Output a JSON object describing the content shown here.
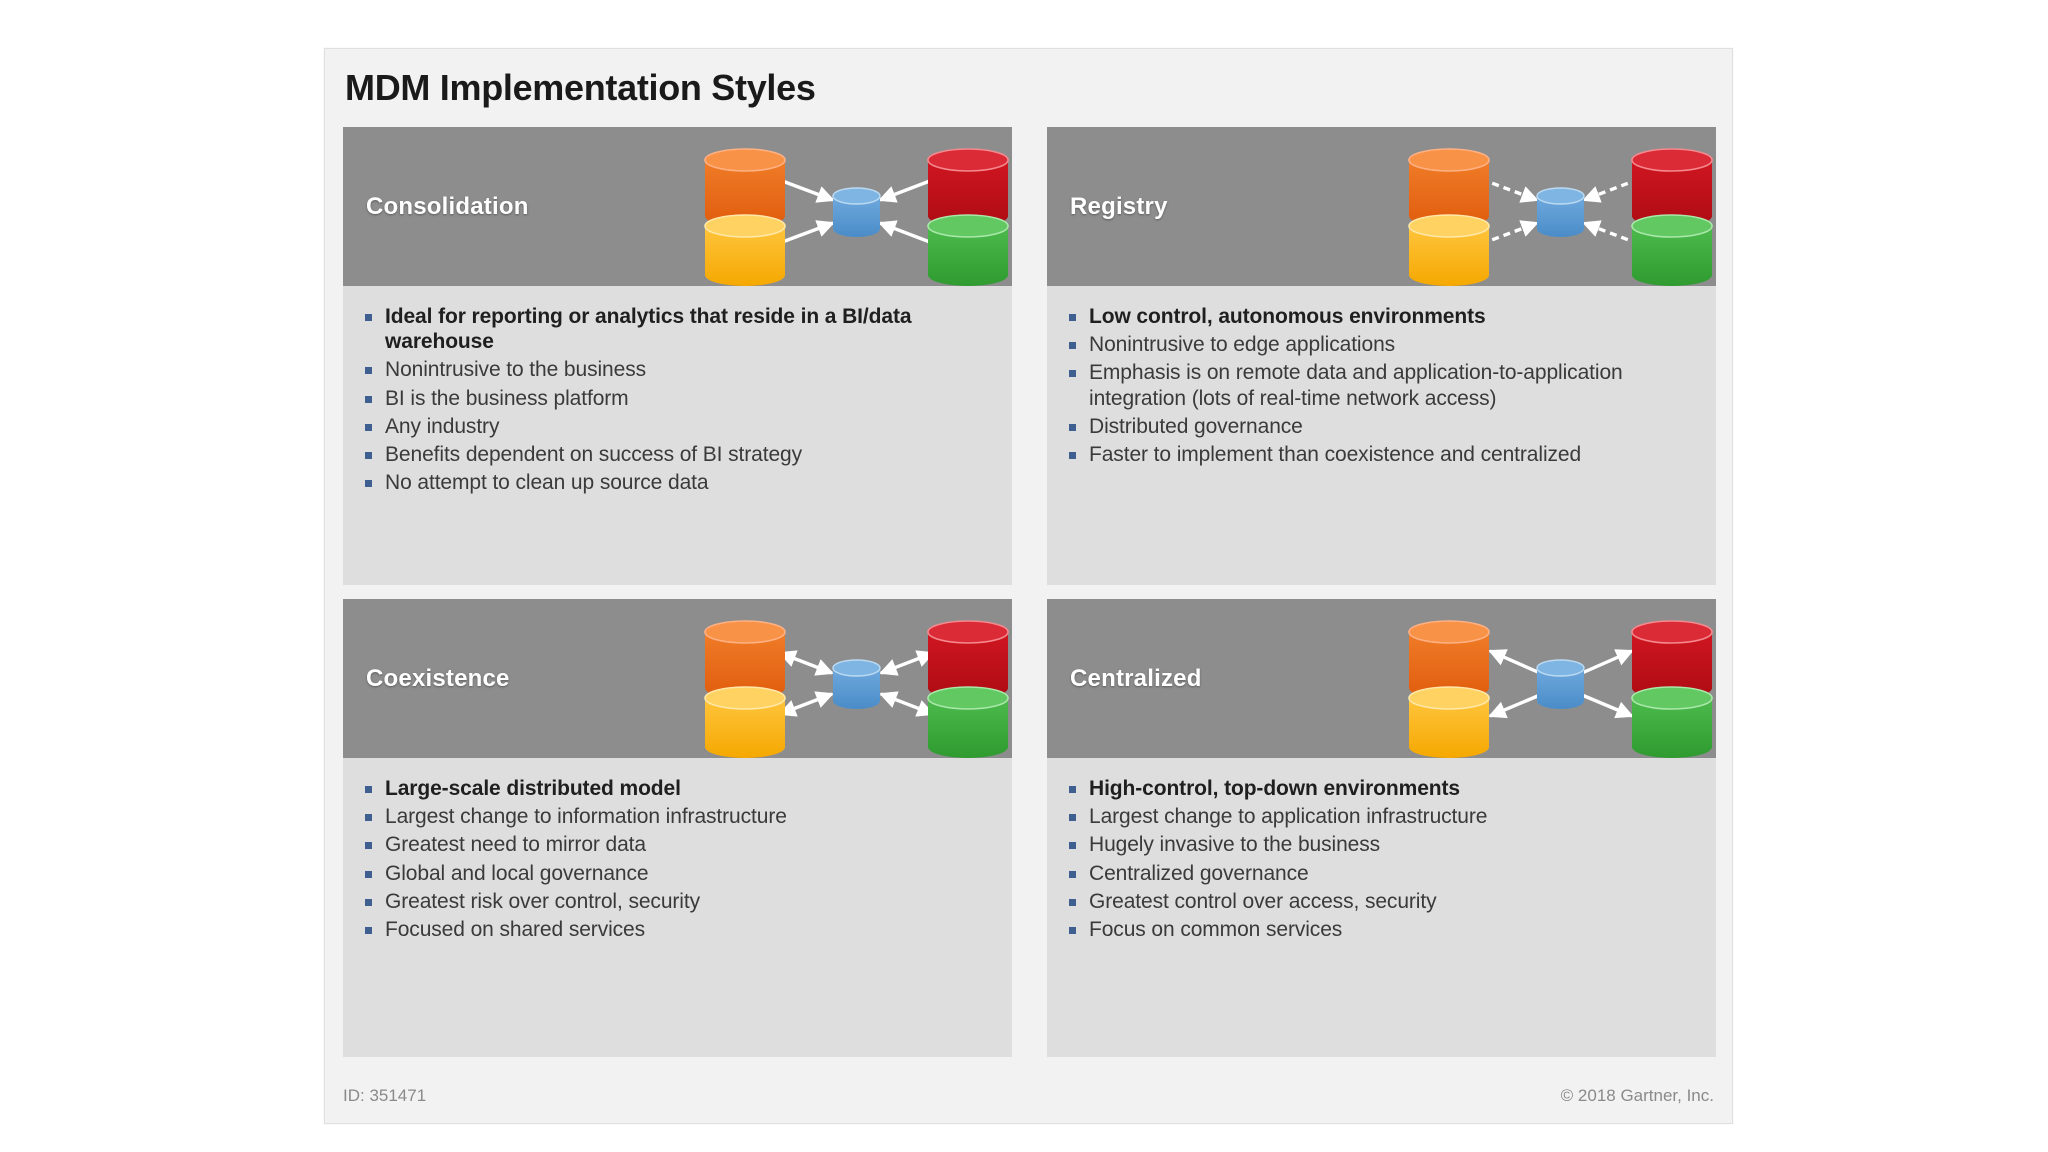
{
  "slide": {
    "title": "MDM Implementation Styles",
    "footer": {
      "id_label": "ID: 351471",
      "copyright": "© 2018 Gartner, Inc."
    },
    "colors": {
      "page_background": "#ffffff",
      "card_background": "#f2f2f2",
      "panel_header_gray": "#8d8d8d",
      "panel_body_gray": "#dedede",
      "bullet_marker_blue": "#3f5f91",
      "title_text": "#1a1a1a",
      "header_label_text": "#ffffff",
      "body_text": "#3a3a3a",
      "footer_text": "#8a8a8a",
      "cylinder_orange": "#e8611a",
      "cylinder_red": "#c1121c",
      "cylinder_yellow": "#fbb714",
      "cylinder_green": "#3da93d",
      "cylinder_blue_hub": "#5b9bd5",
      "arrow_white": "#ffffff"
    }
  },
  "panels": [
    {
      "key": "consolidation",
      "label": "Consolidation",
      "diagram": {
        "arrow_style": "solid",
        "arrow_direction": "inbound",
        "hub_color": "#5b9bd5",
        "spoke_colors": [
          "#e8611a",
          "#c1121c",
          "#fbb714",
          "#3da93d"
        ]
      },
      "bullets": [
        {
          "text": "Ideal for reporting or analytics that reside in a BI/data warehouse",
          "bold": true
        },
        {
          "text": "Nonintrusive to the business",
          "bold": false
        },
        {
          "text": "BI is the business platform",
          "bold": false
        },
        {
          "text": "Any industry",
          "bold": false
        },
        {
          "text": "Benefits dependent on success of BI strategy",
          "bold": false
        },
        {
          "text": "No attempt to clean up source data",
          "bold": false
        }
      ]
    },
    {
      "key": "registry",
      "label": "Registry",
      "diagram": {
        "arrow_style": "dashed",
        "arrow_direction": "inbound",
        "hub_color": "#5b9bd5",
        "spoke_colors": [
          "#e8611a",
          "#c1121c",
          "#fbb714",
          "#3da93d"
        ]
      },
      "bullets": [
        {
          "text": "Low control, autonomous environments",
          "bold": true
        },
        {
          "text": "Nonintrusive to edge applications",
          "bold": false
        },
        {
          "text": "Emphasis is on remote data and application-to-application integration (lots of real-time network access)",
          "bold": false
        },
        {
          "text": "Distributed governance",
          "bold": false
        },
        {
          "text": "Faster to implement than coexistence and centralized",
          "bold": false
        }
      ]
    },
    {
      "key": "coexistence",
      "label": "Coexistence",
      "diagram": {
        "arrow_style": "solid",
        "arrow_direction": "bidirectional",
        "hub_color": "#5b9bd5",
        "spoke_colors": [
          "#e8611a",
          "#c1121c",
          "#fbb714",
          "#3da93d"
        ]
      },
      "bullets": [
        {
          "text": "Large-scale distributed model",
          "bold": true
        },
        {
          "text": "Largest change to information infrastructure",
          "bold": false
        },
        {
          "text": "Greatest need to mirror data",
          "bold": false
        },
        {
          "text": "Global and local governance",
          "bold": false
        },
        {
          "text": "Greatest risk over control, security",
          "bold": false
        },
        {
          "text": "Focused on shared services",
          "bold": false
        }
      ]
    },
    {
      "key": "centralized",
      "label": "Centralized",
      "diagram": {
        "arrow_style": "solid",
        "arrow_direction": "outbound",
        "hub_color": "#5b9bd5",
        "spoke_colors": [
          "#e8611a",
          "#c1121c",
          "#fbb714",
          "#3da93d"
        ]
      },
      "bullets": [
        {
          "text": "High-control, top-down environments",
          "bold": true
        },
        {
          "text": "Largest change to application infrastructure",
          "bold": false
        },
        {
          "text": "Hugely invasive to the business",
          "bold": false
        },
        {
          "text": "Centralized governance",
          "bold": false
        },
        {
          "text": "Greatest control over access, security",
          "bold": false
        },
        {
          "text": "Focus on common services",
          "bold": false
        }
      ]
    }
  ]
}
